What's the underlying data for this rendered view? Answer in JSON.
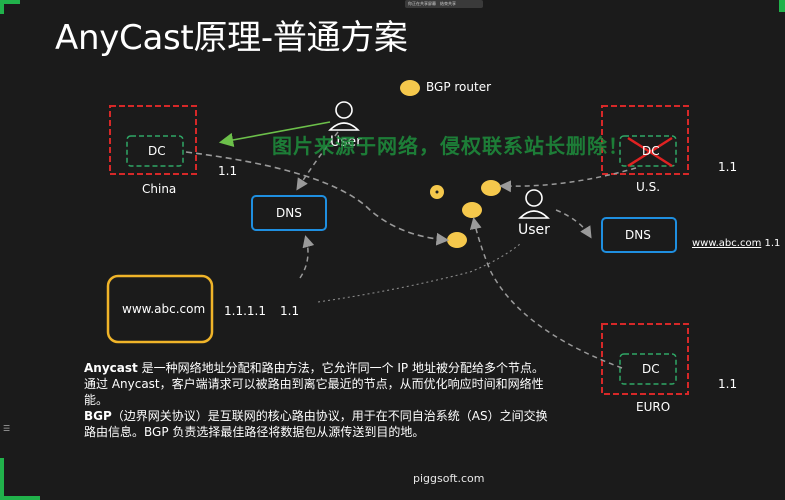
{
  "title": "AnyCast原理-普通方案",
  "topbar": {
    "item1": "你正在共享屏幕",
    "item2": "结束共享"
  },
  "legend": {
    "label": "BGP router"
  },
  "nodes": {
    "dc_china": "DC",
    "dc_china_label": "China",
    "dc_china_ip": "1.1",
    "dc_us": "DC",
    "dc_us_label": "U.S.",
    "dc_us_ip": "1.1",
    "dc_euro": "DC",
    "dc_euro_label": "EURO",
    "dc_euro_ip": "1.1",
    "dns_left": "DNS",
    "dns_right": "DNS",
    "user_top": "User",
    "user_right": "User",
    "domain_box": "www.abc.com",
    "domain_ip_1": "1.1.1.1",
    "domain_ip_2": "1.1",
    "dns_right_domain": "www.abc.com",
    "dns_right_ip": "1.1"
  },
  "watermark": "图片来源于网络，侵权联系站长删除！",
  "description": {
    "anycast_term": "Anycast",
    "anycast_text": " 是一种网络地址分配和路由方法，它允许同一个 IP 地址被分配给多个节点。通过 Anycast，客户端请求可以被路由到离它最近的节点，从而优化响应时间和网络性能。",
    "bgp_term": "BGP",
    "bgp_text": "（边界网关协议）是互联网的核心路由协议，用于在不同自治系统（AS）之间交换路由信息。BGP 负责选择最佳路径将数据包从源传送到目的地。"
  },
  "footer": "piggsoft.com",
  "colors": {
    "background": "#1b1b1b",
    "accent_green": "#21b24b",
    "dc_red": "#d62828",
    "dc_inner_green": "#2fa866",
    "dns_blue": "#1f8fe0",
    "domain_orange": "#f0b429",
    "router_yellow": "#f5c84c",
    "arrow_gray": "#9a9a9a",
    "arrow_green": "#6cc04a"
  }
}
